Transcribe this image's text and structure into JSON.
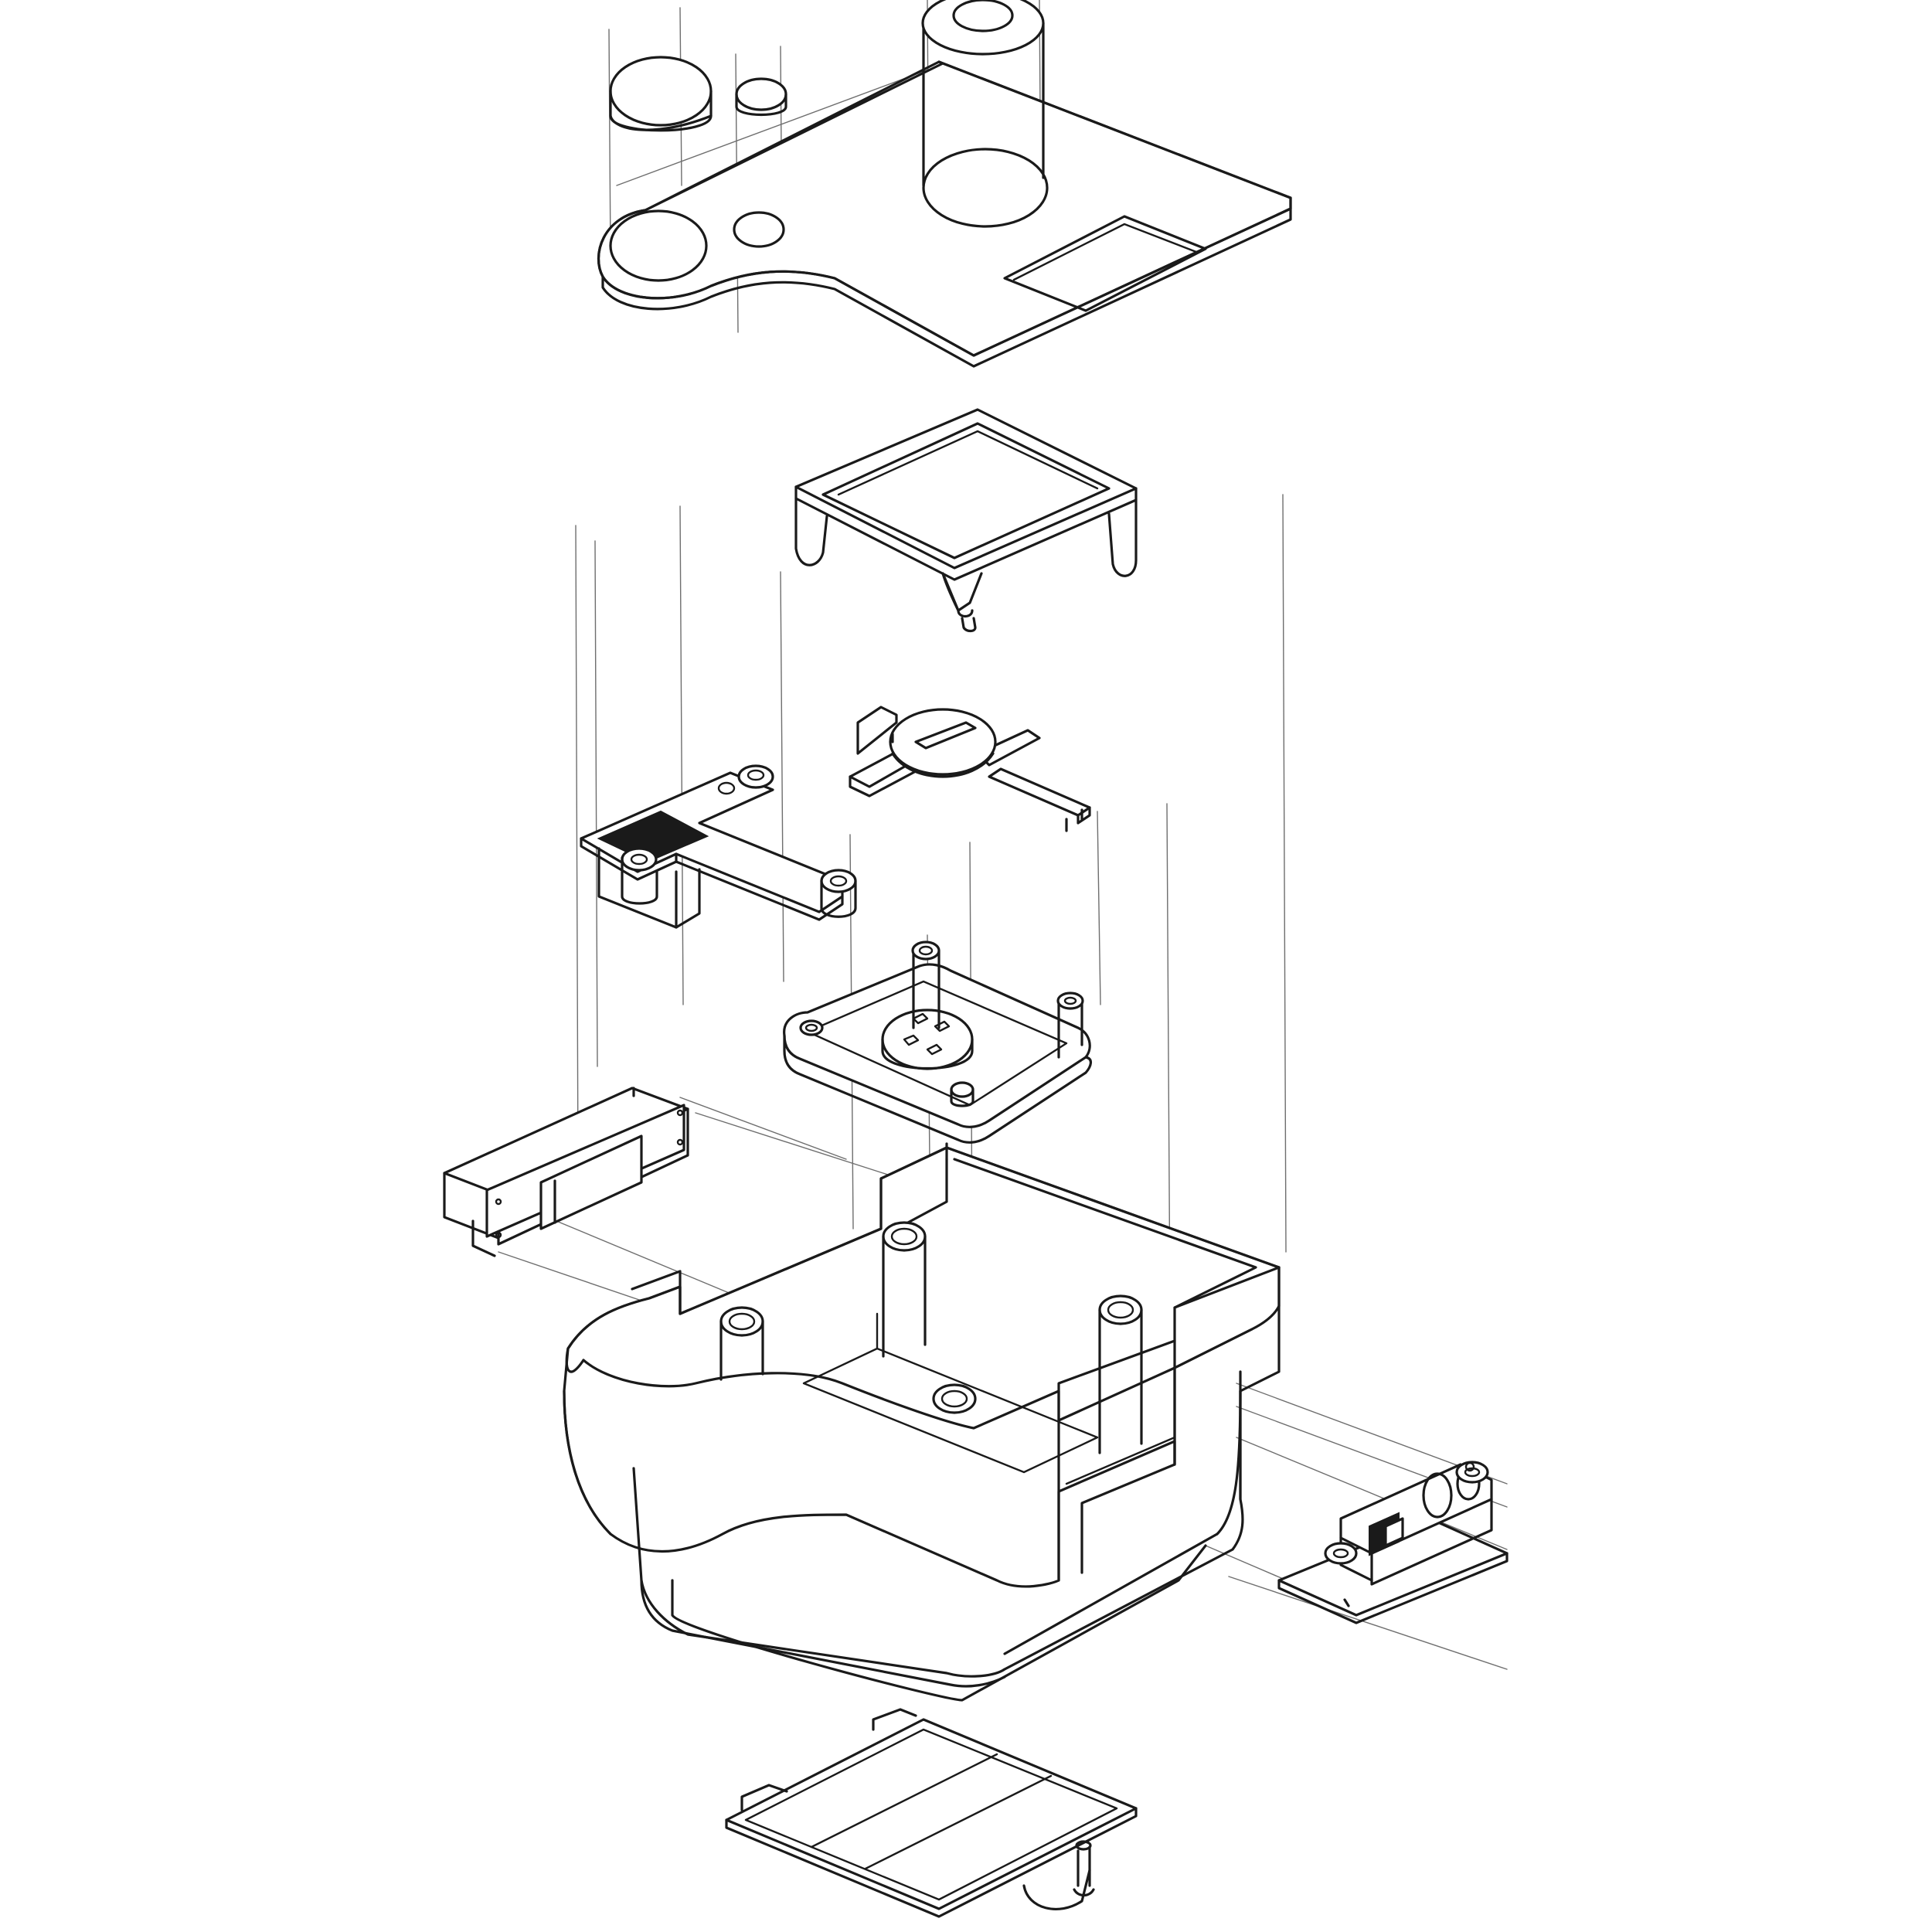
{
  "figure": {
    "kind": "exploded-isometric-line-drawing",
    "stroke_color": "#1a1a1a",
    "guide_color": "#6e6e6e",
    "background": "#ffffff",
    "parts": [
      "top-cover-plate",
      "cylinder-large-left",
      "cylinder-small",
      "cylinder-tall-right",
      "tray-frame",
      "cross-bracket",
      "switch-bracket",
      "socket-plate",
      "side-module",
      "main-housing",
      "side-switch-panel",
      "bottom-plate"
    ]
  }
}
